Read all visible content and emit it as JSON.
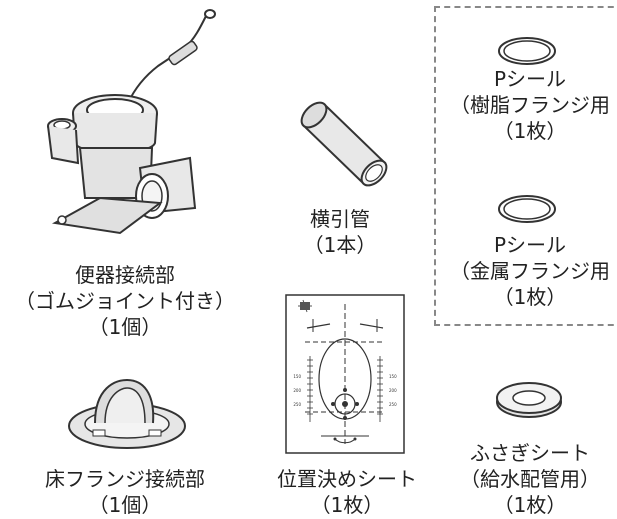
{
  "items": {
    "toilet_connector": {
      "name": "便器接続部",
      "sub": "（ゴムジョイント付き）",
      "qty": "（1個）"
    },
    "horizontal_pipe": {
      "name": "横引管",
      "qty": "（1本）"
    },
    "p_seal_resin": {
      "name": "Pシール",
      "sub": "（樹脂フランジ用",
      "qty": "（1枚）"
    },
    "p_seal_metal": {
      "name": "Pシール",
      "sub": "（金属フランジ用",
      "qty": "（1枚）"
    },
    "floor_flange": {
      "name": "床フランジ接続部",
      "qty": "（1個）"
    },
    "position_sheet": {
      "name": "位置決めシート",
      "qty": "（1枚）"
    },
    "cover_sheet": {
      "name": "ふさぎシート",
      "sub": "（給水配管用）",
      "qty": "（1枚）"
    }
  },
  "sheet_marks": {
    "left": [
      "150",
      "200",
      "250"
    ],
    "right": [
      "150",
      "200",
      "250"
    ]
  }
}
